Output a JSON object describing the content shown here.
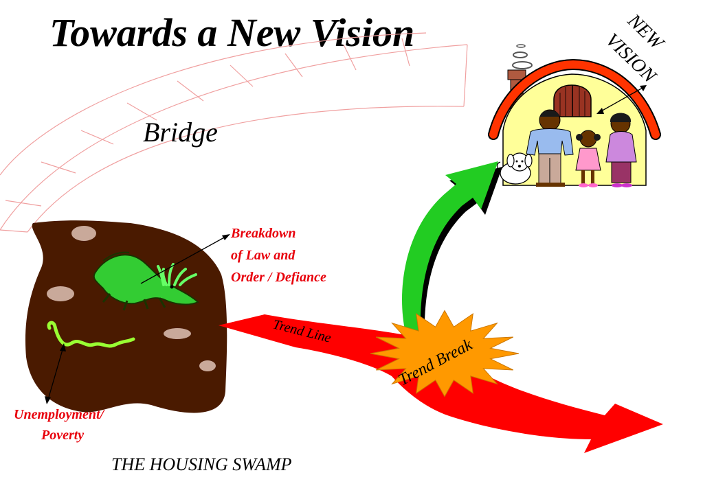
{
  "slide": {
    "title": "Towards a New Vision",
    "bridge_label": "Bridge",
    "new_vision_label": "NEW VISION",
    "breakdown_lines": [
      "Breakdown",
      "of  Law and",
      "Order / Defiance"
    ],
    "trend_line_label": "Trend Line",
    "trend_break_label": "Trend Break",
    "unemployment_lines": [
      "Unemployment/",
      "Poverty"
    ],
    "swamp_label": "THE HOUSING SWAMP"
  },
  "colors": {
    "swamp_brown": "#4a1a00",
    "stone": "#c9a99a",
    "red": "#ff0000",
    "green": "#22cc22",
    "burst_orange": "#ff9900",
    "label_red": "#e8000b",
    "bridge_line": "#f0a0a0",
    "roof": "#ff3300",
    "house_wall": "#ffff99"
  },
  "icons": {
    "alligator": "alligator-icon",
    "snake": "snake-icon",
    "house": "house-icon",
    "family": "family-icon",
    "dog": "dog-icon"
  }
}
